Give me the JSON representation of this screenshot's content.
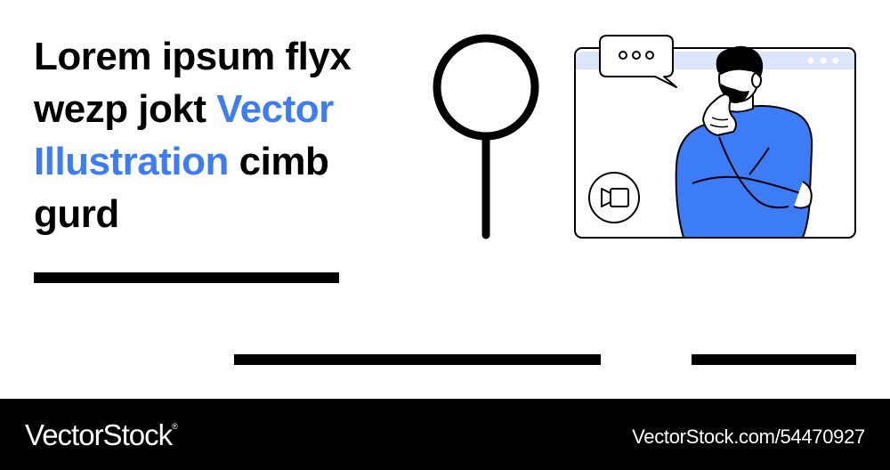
{
  "headline": {
    "part1": "Lorem ipsum flyx wezp jokt ",
    "accent": "Vector Illustration",
    "part2": " cimb gurd"
  },
  "illustration": {
    "speech_bubble_dots": "ooo",
    "icons": [
      "magnifier-icon",
      "video-call-window-icon",
      "speech-bubble-icon",
      "video-camera-icon",
      "thinking-man-figure"
    ]
  },
  "footer": {
    "brand": "VectorStock",
    "brand_mark": "®",
    "stock_id": "VectorStock.com/54470927"
  },
  "colors": {
    "accent": "#3d7cf7",
    "window_header": "#dce6fb",
    "ink": "#000000",
    "footer_bg": "#000000"
  }
}
